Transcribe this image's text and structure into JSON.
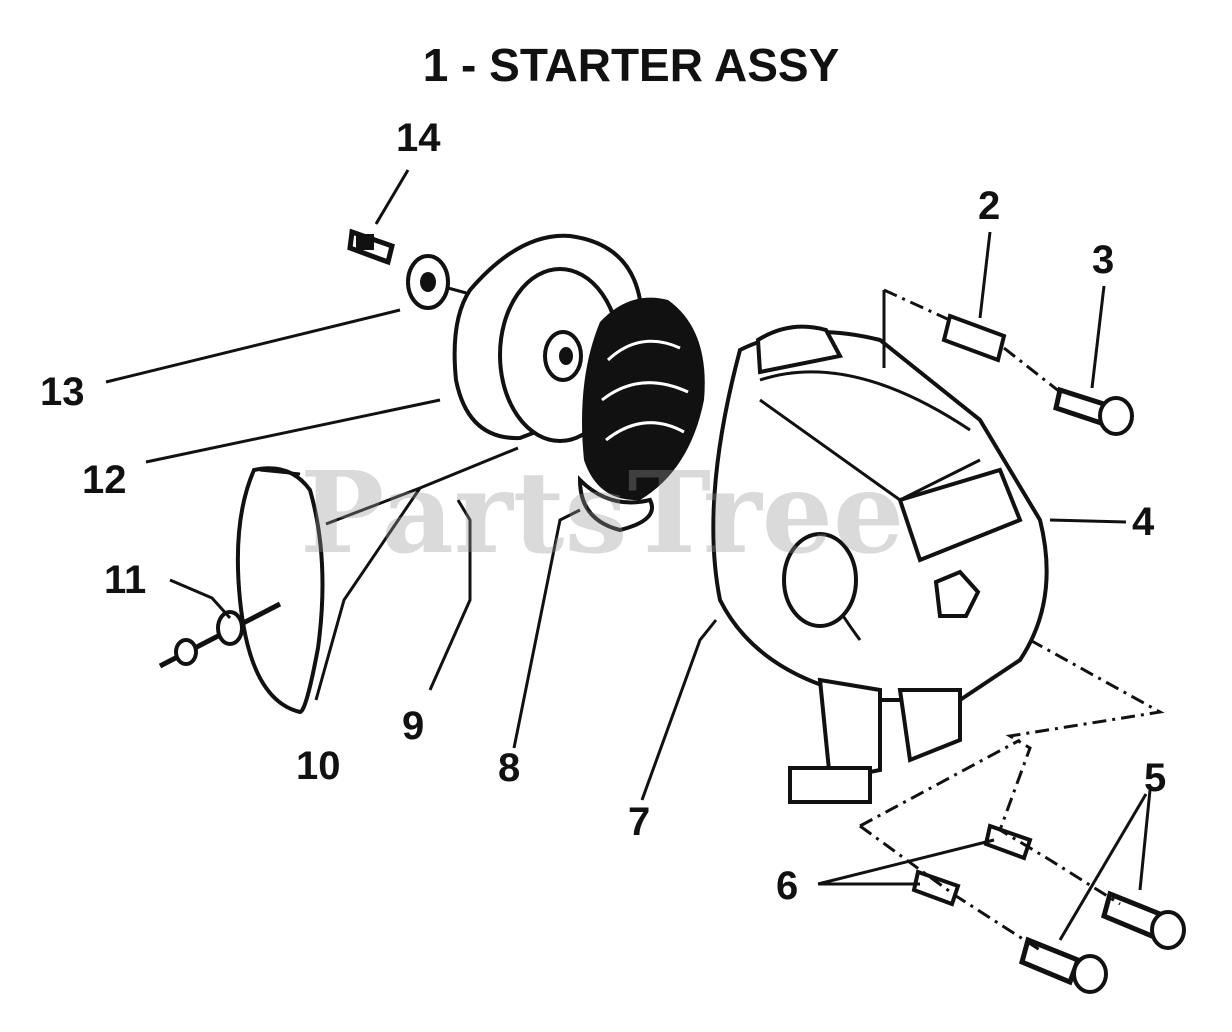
{
  "title": "1 - STARTER ASSY",
  "watermark": "PartsTree",
  "callouts": [
    "2",
    "3",
    "4",
    "5",
    "6",
    "7",
    "8",
    "9",
    "10",
    "11",
    "12",
    "13",
    "14"
  ]
}
